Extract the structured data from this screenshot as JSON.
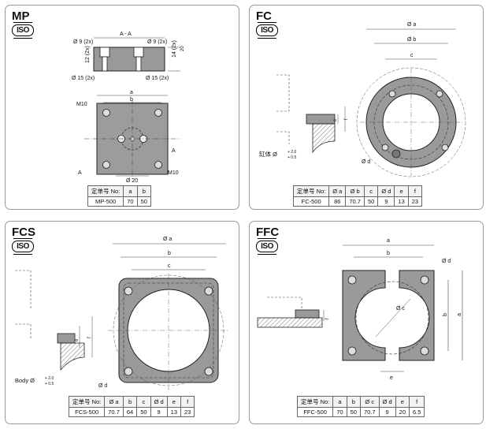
{
  "panels": {
    "mp": {
      "title": "MP",
      "labels": {
        "section": "A - A",
        "d9_left": "Ø 9 (2x)",
        "d9_right": "Ø 9 (2x)",
        "h12": "12 (2x)",
        "h14": "14 (2x)",
        "h20": "20",
        "d15_left": "Ø 15 (2x)",
        "d15_right": "Ø 15 (2x)",
        "dim_a": "a",
        "dim_b": "b",
        "m10_top": "M10",
        "m10_bottom": "M10",
        "sec_a_right": "A",
        "sec_a_left": "A",
        "d20": "Ø 20"
      },
      "table": {
        "header": [
          "定单号 No:",
          "a",
          "b"
        ],
        "rows": [
          [
            "MP-500",
            "70",
            "50"
          ]
        ]
      }
    },
    "fc": {
      "title": "FC",
      "labels": {
        "dim_a": "Ø a",
        "dim_b": "Ø b",
        "dim_c": "c",
        "dim_d": "Ø d",
        "dim_e": "e",
        "dim_f": "f",
        "body": "缸体 Ø",
        "tol_plus": "+ 2.0",
        "tol_minus": "+ 0.5"
      },
      "table": {
        "header": [
          "定单号 No:",
          "Ø a",
          "Ø b",
          "c",
          "Ø d",
          "e",
          "f"
        ],
        "rows": [
          [
            "FC-500",
            "86",
            "70.7",
            "50",
            "9",
            "13",
            "23"
          ]
        ]
      }
    },
    "fcs": {
      "title": "FCS",
      "labels": {
        "dim_a": "Ø a",
        "dim_b": "b",
        "dim_c": "c",
        "dim_d": "Ø d",
        "dim_e": "e",
        "dim_f": "f",
        "body": "Body Ø",
        "tol_plus": "+ 2.0",
        "tol_minus": "+ 0.5"
      },
      "table": {
        "header": [
          "定单号 No:",
          "Ø a",
          "b",
          "c",
          "Ø d",
          "e",
          "f"
        ],
        "rows": [
          [
            "FCS-500",
            "70.7",
            "64",
            "50",
            "9",
            "13",
            "23"
          ]
        ]
      }
    },
    "ffc": {
      "title": "FFC",
      "labels": {
        "dim_a": "a",
        "dim_b": "b",
        "dim_c": "Ø c",
        "dim_d": "Ø d",
        "dim_e": "e",
        "dim_f": "f",
        "side_b": "b",
        "side_a": "a"
      },
      "table": {
        "header": [
          "定单号 No:",
          "a",
          "b",
          "Ø c",
          "Ø d",
          "e",
          "f"
        ],
        "rows": [
          [
            "FFC-500",
            "70",
            "50",
            "70.7",
            "9",
            "20",
            "6.5"
          ]
        ]
      }
    }
  }
}
